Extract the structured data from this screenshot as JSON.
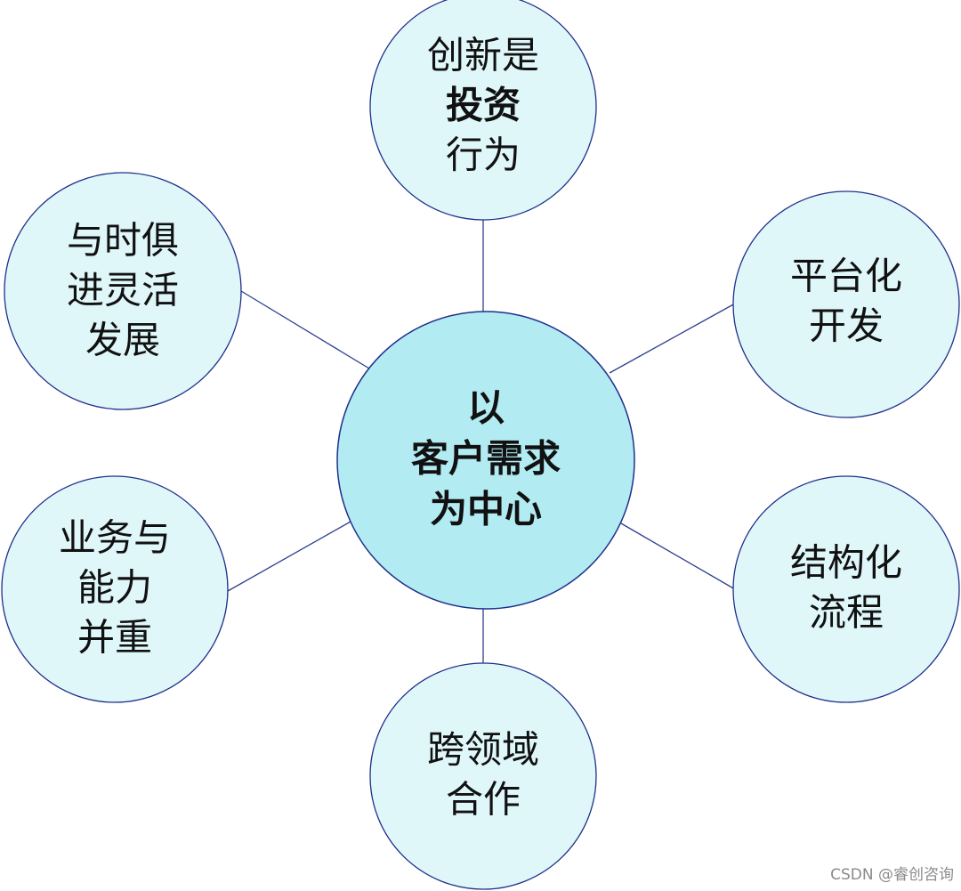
{
  "colors": {
    "center_fill": "#b2ebf2",
    "node_fill": "#e0f7fa",
    "stroke": "#1f2f8a"
  },
  "center": {
    "lines": [
      "以",
      "客户需求",
      "为中心"
    ]
  },
  "nodes": [
    {
      "id": "top",
      "lines": [
        "创新是",
        "投资",
        "行为"
      ]
    },
    {
      "id": "upper-right",
      "lines": [
        "平台化",
        "开发"
      ]
    },
    {
      "id": "lower-right",
      "lines": [
        "结构化",
        "流程"
      ]
    },
    {
      "id": "bottom",
      "lines": [
        "跨领域",
        "合作"
      ]
    },
    {
      "id": "lower-left",
      "lines": [
        "业务与",
        "能力",
        "并重"
      ]
    },
    {
      "id": "upper-left",
      "lines": [
        "与时俱",
        "进灵活",
        "发展"
      ]
    }
  ],
  "watermark": "CSDN @睿创咨询"
}
